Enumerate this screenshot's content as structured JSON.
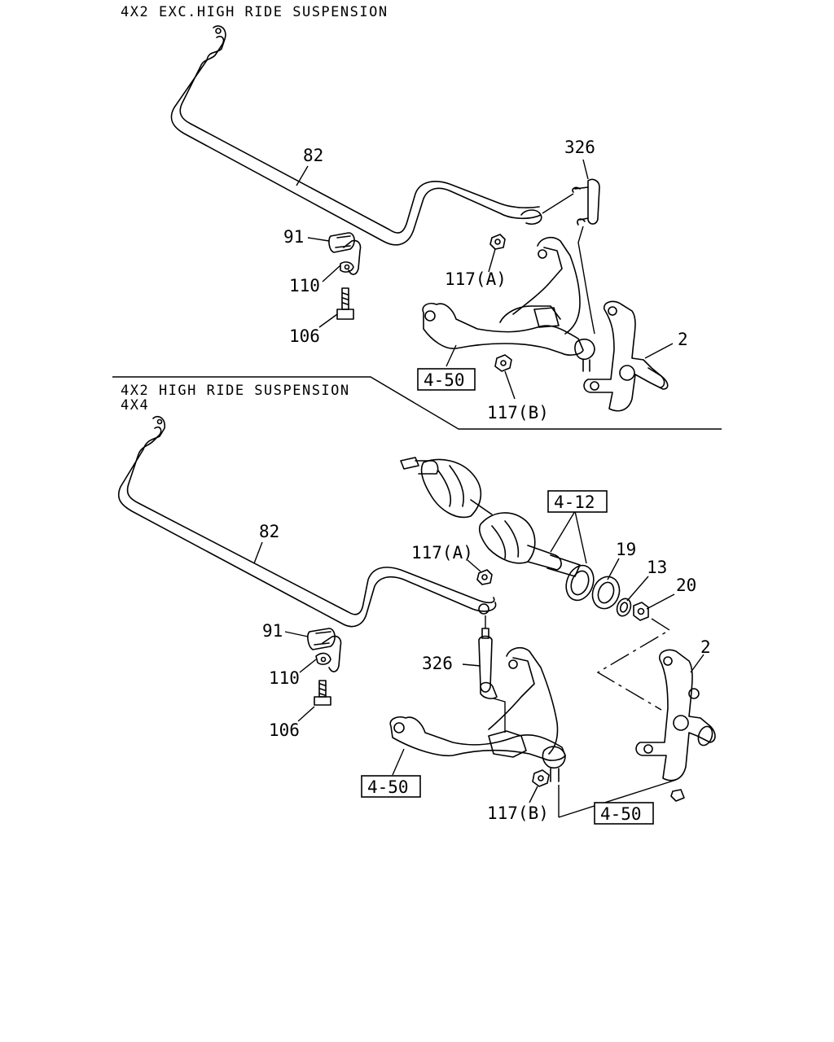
{
  "headers": {
    "top": "4X2 EXC.HIGH RIDE SUSPENSION",
    "bottom_line1": "4X2 HIGH RIDE SUSPENSION",
    "bottom_line2": "4X4"
  },
  "top_section": {
    "labels": {
      "stabilizer_bar": "82",
      "link": "326",
      "bushing": "91",
      "nut_a": "117(A)",
      "bracket": "110",
      "bolt": "106",
      "knuckle": "2",
      "nut_b": "117(B)",
      "ref_lower_arm": "4-50"
    }
  },
  "bottom_section": {
    "labels": {
      "stabilizer_bar": "82",
      "nut_a": "117(A)",
      "ref_drive_shaft": "4-12",
      "seal": "19",
      "washer": "13",
      "nut": "20",
      "knuckle": "2",
      "bushing": "91",
      "link": "326",
      "bracket": "110",
      "bolt": "106",
      "ref_lower_arm": "4-50",
      "nut_b": "117(B)",
      "ref_knuckle": "4-50"
    }
  }
}
